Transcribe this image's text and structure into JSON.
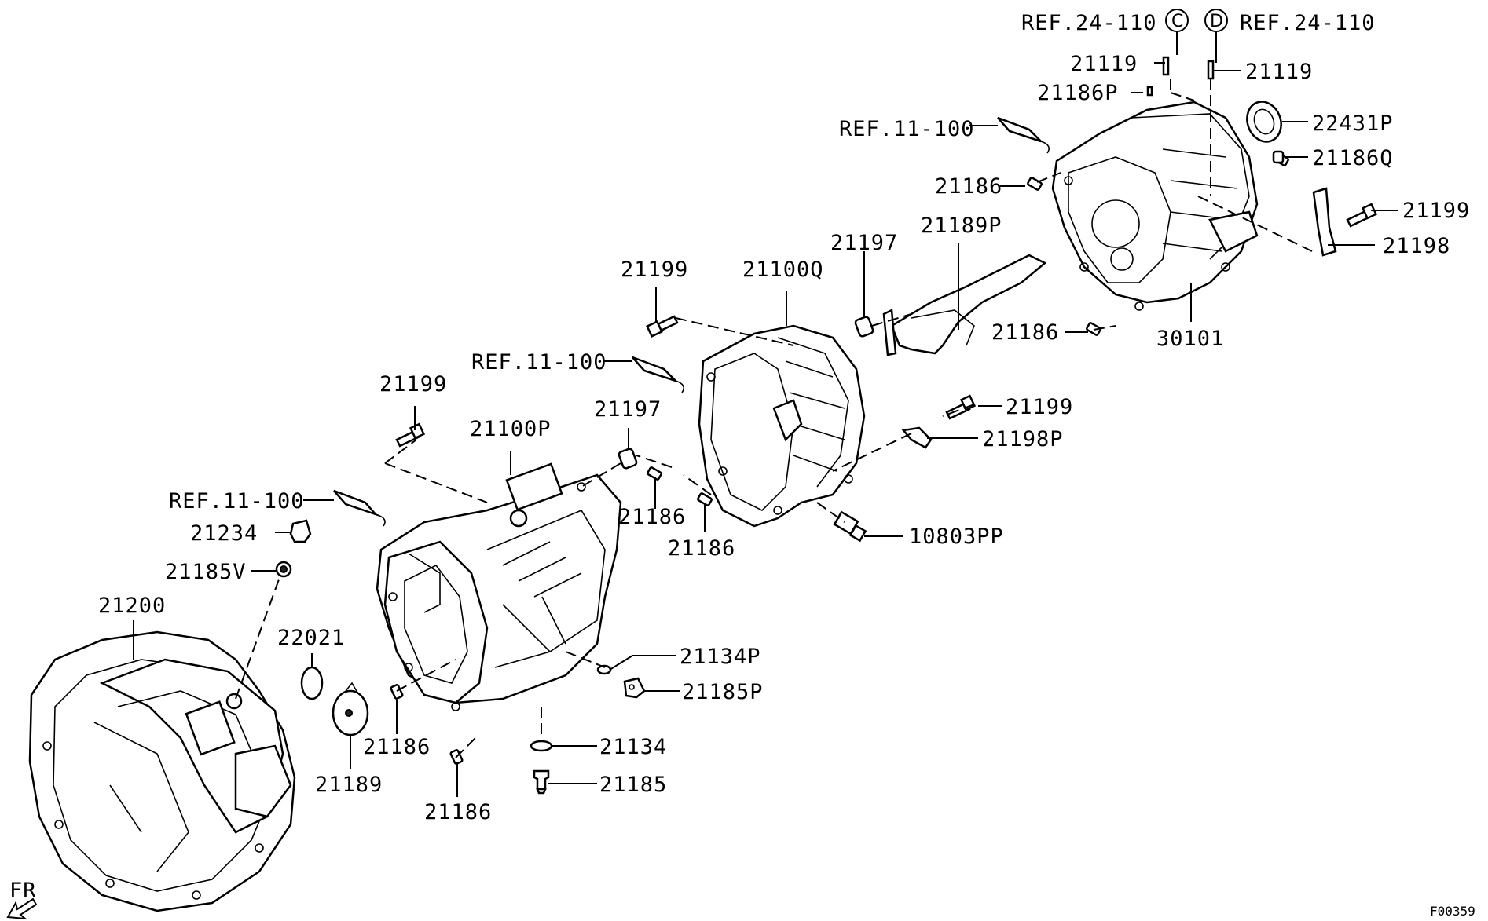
{
  "labels": {
    "ref_24_110_c": "REF.24-110",
    "ref_24_110_d": "REF.24-110",
    "circle_c": "C",
    "circle_d": "D",
    "p21119_a": "21119",
    "p21119_b": "21119",
    "p21186P": "21186P",
    "p22431P": "22431P",
    "p21186Q": "21186Q",
    "ref_11_100_a": "REF.11-100",
    "p21186_a": "21186",
    "p21199_a": "21199",
    "p21189P": "21189P",
    "p21198": "21198",
    "p21197_a": "21197",
    "p21199_b": "21199",
    "p21100Q": "21100Q",
    "p21186_b": "21186",
    "p30101": "30101",
    "ref_11_100_b": "REF.11-100",
    "p21199_c": "21199",
    "p21199_d": "21199",
    "p21197_b": "21197",
    "p21198P": "21198P",
    "p21100P": "21100P",
    "p21186_c": "21186",
    "p21186_d": "21186",
    "p10803PP": "10803PP",
    "ref_11_100_c": "REF.11-100",
    "p21234": "21234",
    "p21185V": "21185V",
    "p21200": "21200",
    "p22021": "22021",
    "p21134P": "21134P",
    "p21185P": "21185P",
    "p21186_e": "21186",
    "p21189": "21189",
    "p21134": "21134",
    "p21185": "21185",
    "p21186_f": "21186",
    "fr": "FR",
    "figure_code": "F00359"
  }
}
